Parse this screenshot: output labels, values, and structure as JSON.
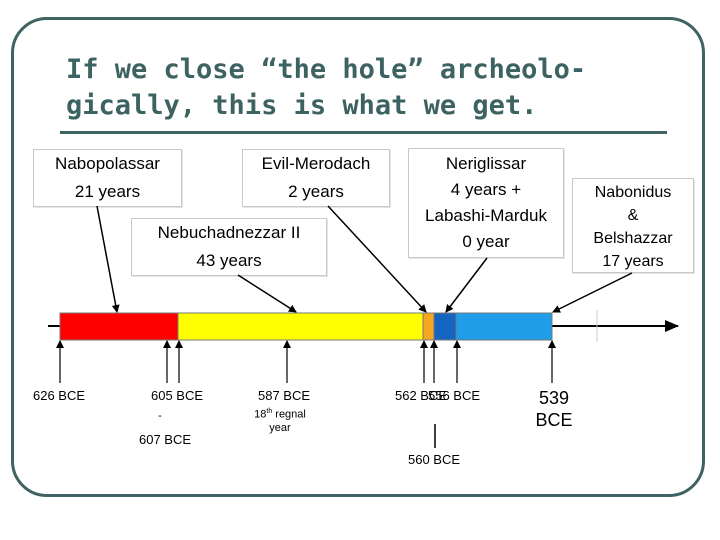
{
  "title_line1": "If we close “the hole” archeolo-",
  "title_line2": "gically, this is what we get.",
  "boxes": {
    "nabopolassar": {
      "name": "Nabopolassar",
      "years": "21 years"
    },
    "evil_merodach": {
      "name": "Evil-Merodach",
      "years": "2 years"
    },
    "nebuchadnezzar": {
      "name": "Nebuchadnezzar II",
      "years": "43 years"
    },
    "neriglissar": {
      "name": "Neriglissar",
      "years": "4 years +",
      "name2": "Labashi-Marduk",
      "years2": "0 year"
    },
    "nabonidus": {
      "name": "Nabonidus",
      "amp": "&",
      "name2": "Belshazzar",
      "years": "17 years"
    }
  },
  "dates": {
    "d626": "626 BCE",
    "d605": "605 BCE",
    "d605_dash": "-",
    "d607": "607 BCE",
    "d587": "587 BCE",
    "regnal_pre": "18",
    "regnal_sup": "th",
    "regnal_post": " regnal",
    "regnal_year": "year",
    "d562": "562 BCE",
    "d556": "556 BCE",
    "d560": "560 BCE",
    "d539": "539",
    "d539_bce": "BCE"
  },
  "colors": {
    "nabopolassar": "#ff0000",
    "nebuchadnezzar": "#ffff00",
    "evil_merodach": "#f5a623",
    "neriglissar": "#1565c0",
    "nabonidus": "#1e9ee8",
    "frame": "#3f6262"
  }
}
